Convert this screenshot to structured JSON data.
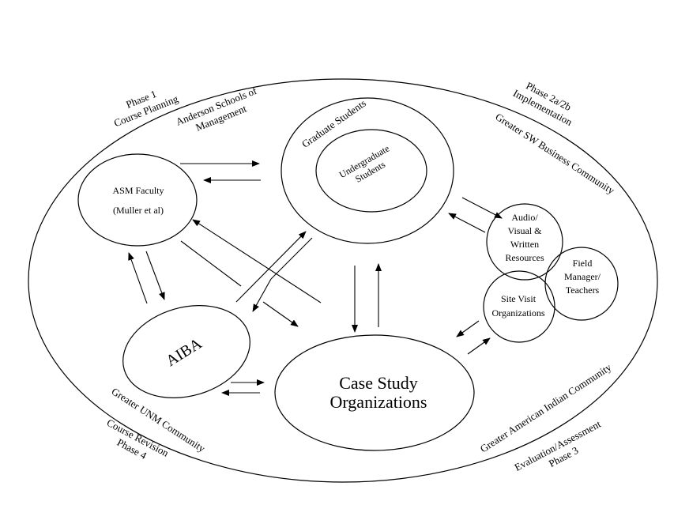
{
  "outer": {
    "phase1": [
      "Phase 1",
      "Course Planning"
    ],
    "phase2": [
      "Phase 2a/2b",
      "Implementation"
    ],
    "phase3": [
      "Evaluation/Assessment",
      "Phase 3"
    ],
    "phase4": [
      "Course Revision",
      "Phase 4"
    ]
  },
  "communities": {
    "anderson": [
      "Anderson Schools of",
      "Management"
    ],
    "greater_sw": "Greater SW Business Community",
    "greater_unm": "Greater UNM Community",
    "greater_american_indian": "Greater American Indian Community"
  },
  "nodes": {
    "asm_faculty": [
      "ASM Faculty",
      "(Muller et al)"
    ],
    "graduate": "Graduate Students",
    "undergraduate": [
      "Undergraduate",
      "Students"
    ],
    "aiba": "AIBA",
    "case_study": [
      "Case Study",
      "Organizations"
    ],
    "av_resources": [
      "Audio/",
      "Visual &",
      "Written",
      "Resources"
    ],
    "field_manager": [
      "Field",
      "Manager/",
      "Teachers"
    ],
    "site_visit": [
      "Site Visit",
      "Organizations"
    ]
  }
}
